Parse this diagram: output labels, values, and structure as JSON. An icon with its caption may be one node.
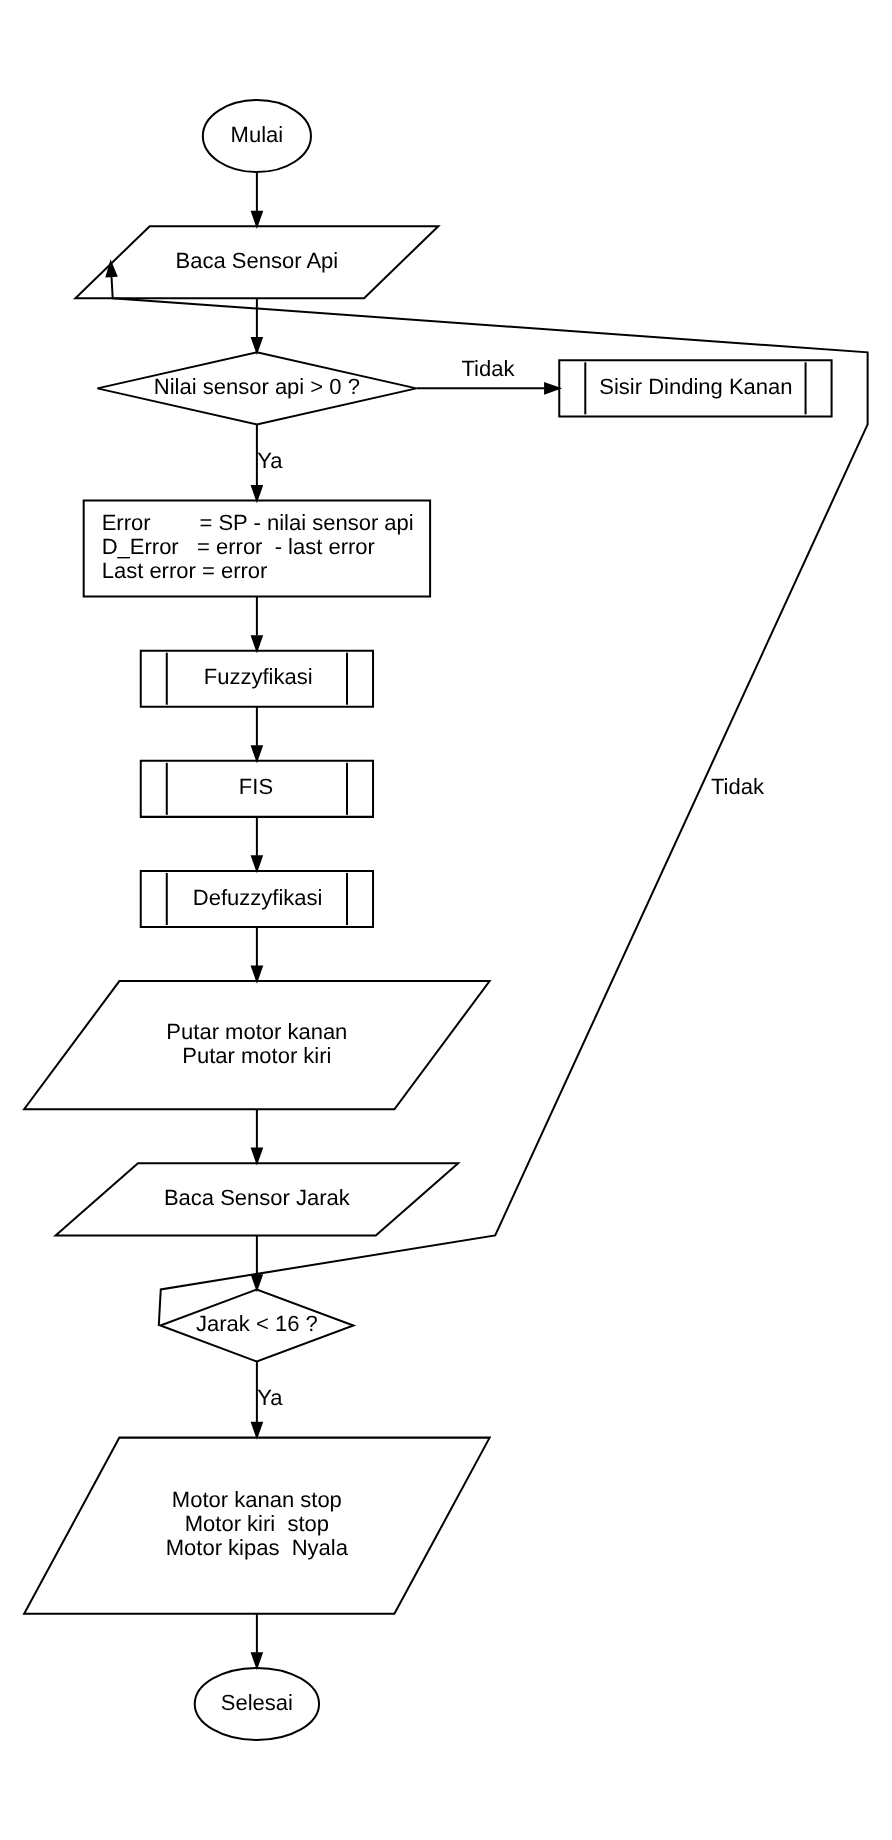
{
  "diagram": {
    "nodes": [
      {
        "text": [
          "Mulai"
        ]
      },
      {
        "text": [
          "Baca Sensor Api"
        ]
      },
      {
        "text": [
          "Nilai sensor api > 0 ?"
        ]
      },
      {
        "text": [
          "Sisir Dinding Kanan"
        ]
      },
      {
        "text": [
          "Error        = SP - nilai sensor api",
          "D_Error   = error  - last error",
          "Last error = error"
        ]
      },
      {
        "text": [
          "Fuzzyfikasi"
        ]
      },
      {
        "text": [
          "FIS"
        ]
      },
      {
        "text": [
          "Defuzzyfikasi"
        ]
      },
      {
        "text": [
          "Putar motor kanan",
          "Putar motor kiri"
        ]
      },
      {
        "text": [
          "Baca Sensor Jarak"
        ]
      },
      {
        "text": [
          "Jarak < 16 ?"
        ]
      },
      {
        "text": [
          "Motor kanan stop",
          "Motor kiri  stop",
          "Motor kipas  Nyala"
        ]
      },
      {
        "text": [
          "Selesai"
        ]
      }
    ],
    "edges": [
      {
        "from": 0,
        "to": 1,
        "arrow": "to"
      },
      {
        "from": 1,
        "to": 2,
        "arrow": "to"
      },
      {
        "from": 2,
        "to": 3,
        "label": "Tidak",
        "arrow": "to"
      },
      {
        "from": 2,
        "to": 4,
        "label": "Ya",
        "arrow": "to"
      },
      {
        "from": 4,
        "to": 5,
        "arrow": "to"
      },
      {
        "from": 5,
        "to": 6,
        "arrow": "to"
      },
      {
        "from": 6,
        "to": 7,
        "arrow": "to"
      },
      {
        "from": 7,
        "to": 8,
        "arrow": "to"
      },
      {
        "from": 8,
        "to": 9,
        "arrow": "to"
      },
      {
        "from": 9,
        "to": 10,
        "arrow": "to"
      },
      {
        "from": 10,
        "to": 1,
        "label": "Tidak",
        "arrow": "to"
      },
      {
        "from": 10,
        "to": 11,
        "label": "Ya",
        "arrow": "to"
      },
      {
        "from": 11,
        "to": 12,
        "arrow": "to"
      }
    ]
  }
}
